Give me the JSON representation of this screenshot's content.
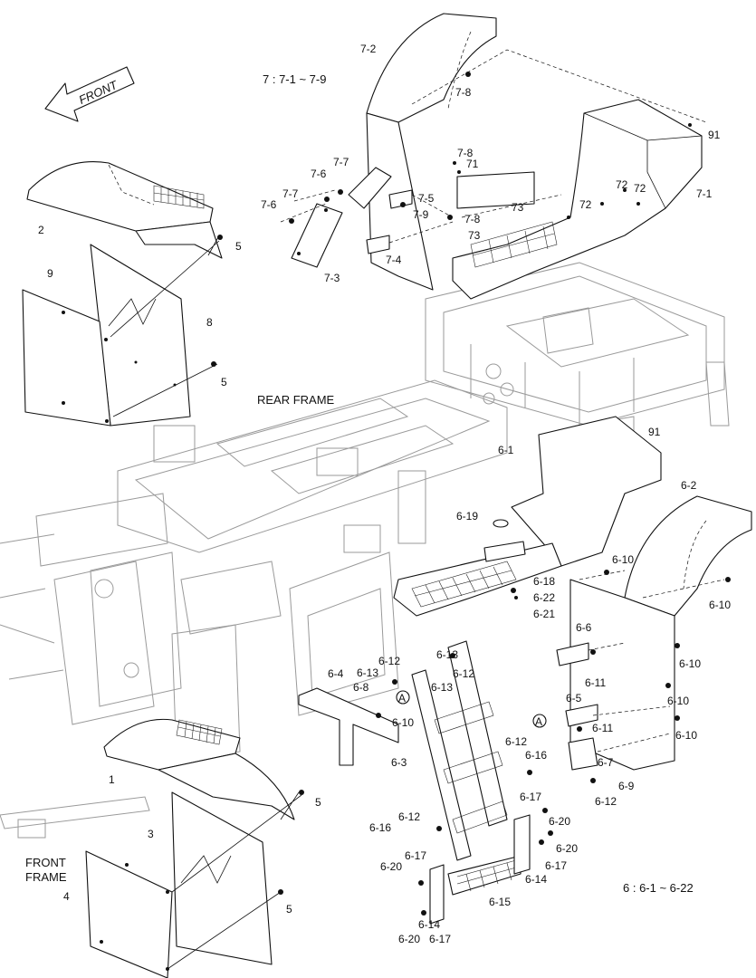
{
  "diagram": {
    "front_arrow_label": "FRONT",
    "group_note_7": "7 : 7-1 ~ 7-9",
    "group_note_6": "6 : 6-1 ~ 6-22",
    "rear_frame_label": "REAR FRAME",
    "front_frame_label_line1": "FRONT",
    "front_frame_label_line2": "FRAME",
    "detail_marker": "A",
    "callouts": {
      "p1": "1",
      "p2": "2",
      "p3": "3",
      "p4": "4",
      "p5": "5",
      "p8": "8",
      "p9": "9",
      "p91": "91",
      "p71": "71",
      "p72": "72",
      "p73": "73",
      "p7_1": "7-1",
      "p7_2": "7-2",
      "p7_3": "7-3",
      "p7_4": "7-4",
      "p7_5": "7-5",
      "p7_6": "7-6",
      "p7_7": "7-7",
      "p7_8": "7-8",
      "p7_9": "7-9",
      "p6_1": "6-1",
      "p6_2": "6-2",
      "p6_3": "6-3",
      "p6_4": "6-4",
      "p6_5": "6-5",
      "p6_6": "6-6",
      "p6_7": "6-7",
      "p6_8": "6-8",
      "p6_9": "6-9",
      "p6_10": "6-10",
      "p6_11": "6-11",
      "p6_12": "6-12",
      "p6_13": "6-13",
      "p6_14": "6-14",
      "p6_15": "6-15",
      "p6_16": "6-16",
      "p6_17": "6-17",
      "p6_18": "6-18",
      "p6_19": "6-19",
      "p6_20": "6-20",
      "p6_21": "6-21",
      "p6_22": "6-22"
    }
  }
}
